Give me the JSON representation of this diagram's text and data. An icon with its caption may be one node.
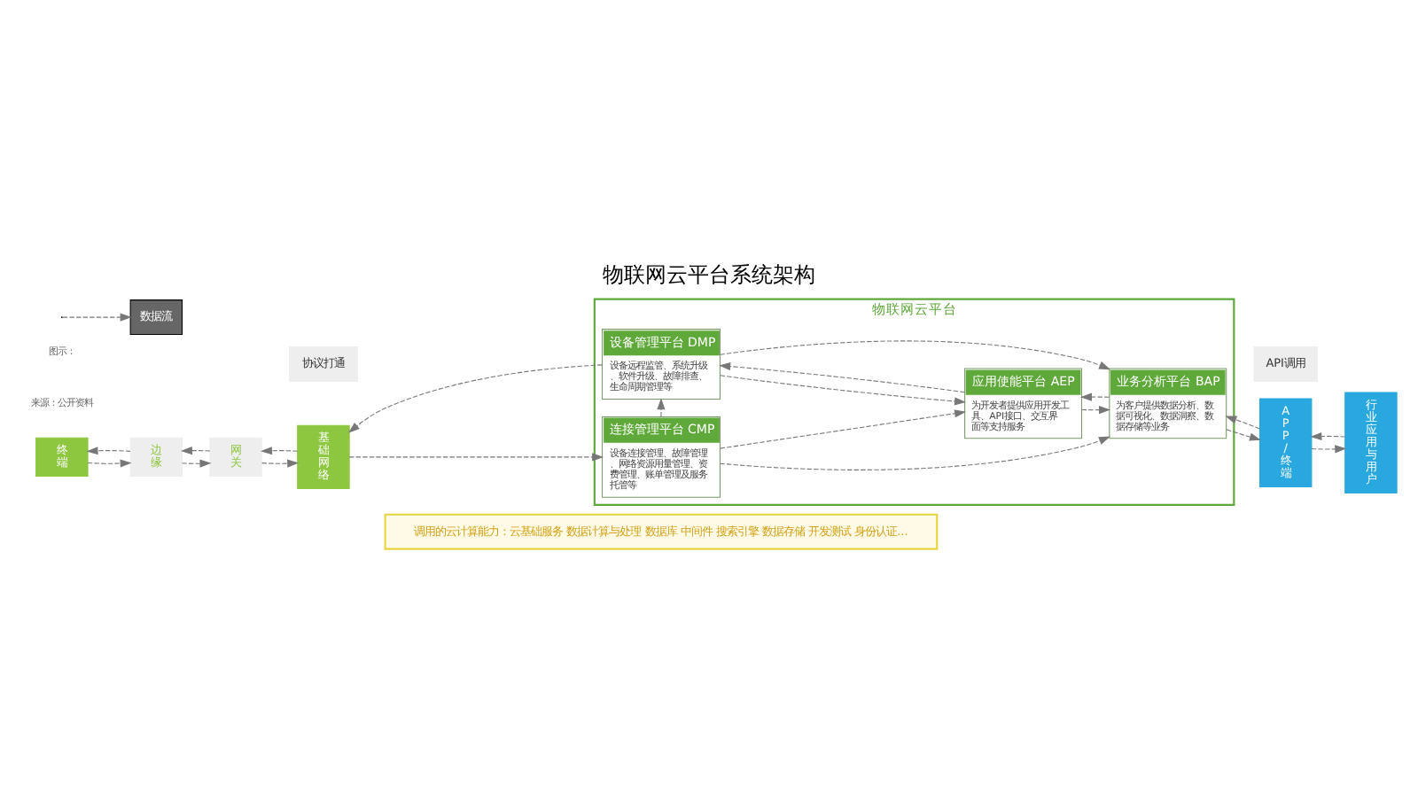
{
  "diagram": {
    "title": "物联网云平台系统架构",
    "nodes": [
      {
        "text": [
          "终端"
        ]
      },
      {
        "text": [
          "边缘"
        ]
      },
      {
        "text": [
          "网关"
        ]
      },
      {
        "text": [
          "基础网络"
        ]
      },
      {
        "text": [
          "物联网云平台"
        ]
      },
      {
        "text": [
          "设备管理平台 DMP",
          "设备远程监管、系统升级、软件升级、故障排查、生命周期管理等"
        ],
        "in": 4
      },
      {
        "text": [
          "应用使能平台 AEP",
          "为开发者提供应用开发工具、API接口、交互界面等支持服务"
        ],
        "in": 4
      },
      {
        "text": [
          "业务分析平台 BAP",
          "为客户提供数据分析、数据可视化、数据洞察、数据存储等业务"
        ],
        "in": 4
      },
      {
        "text": [
          "连接管理平台 CMP",
          "设备连接管理、故障管理、网络资源用量管理、资费管理、账单管理及服务托管等"
        ],
        "in": 4
      },
      {
        "text": [
          "协议打通"
        ]
      },
      {
        "text": [
          "API调用"
        ]
      },
      {
        "text": [
          "APP/终端"
        ]
      },
      {
        "text": [
          "行业应用与用户"
        ]
      },
      {
        "text": [
          "调用的云计算能力：云基础服务 数据计算与处理 数据库 中间件 搜索引擎 数据存储 开发测试 身份认证..."
        ]
      }
    ],
    "edges": [
      {
        "from": 3,
        "to": 2,
        "arrow": "to",
        "style": "dashed"
      },
      {
        "from": 2,
        "to": 1,
        "arrow": "to",
        "style": "dashed"
      },
      {
        "from": 1,
        "to": 0,
        "arrow": "to",
        "style": "dashed"
      },
      {
        "from": 0,
        "to": 1,
        "arrow": "to",
        "style": "dashed"
      },
      {
        "from": 1,
        "to": 2,
        "arrow": "to",
        "style": "dashed"
      },
      {
        "from": 2,
        "to": 3,
        "arrow": "to",
        "style": "dashed"
      },
      {
        "from": 5,
        "to": 3,
        "arrow": "to",
        "style": "dashed"
      },
      {
        "from": 3,
        "to": 8,
        "arrow": "to",
        "style": "dashed"
      },
      {
        "from": 6,
        "to": 5,
        "arrow": "to",
        "style": "dashed"
      },
      {
        "from": 5,
        "to": 6,
        "arrow": "to",
        "style": "dashed"
      },
      {
        "from": 7,
        "to": 6,
        "arrow": "to",
        "style": "dashed"
      },
      {
        "from": 6,
        "to": 7,
        "arrow": "to",
        "style": "dashed"
      },
      {
        "from": 5,
        "to": 7,
        "arrow": "to",
        "style": "dashed"
      },
      {
        "from": 8,
        "to": 5,
        "arrow": "to",
        "style": "dashed"
      },
      {
        "from": 8,
        "to": 6,
        "arrow": "to",
        "style": "dashed"
      },
      {
        "from": 8,
        "to": 7,
        "arrow": "to",
        "style": "dashed"
      },
      {
        "from": 11,
        "to": 7,
        "arrow": "to",
        "style": "dashed"
      },
      {
        "from": 7,
        "to": 11,
        "arrow": "to",
        "style": "dashed"
      },
      {
        "from": 12,
        "to": 11,
        "arrow": "to",
        "style": "dashed"
      },
      {
        "from": 11,
        "to": 12,
        "arrow": "to",
        "style": "dashed"
      }
    ],
    "labels": [
      "来源：公开资料",
      "图示："
    ],
    "legend": [
      {
        "text": "数据流"
      }
    ]
  }
}
